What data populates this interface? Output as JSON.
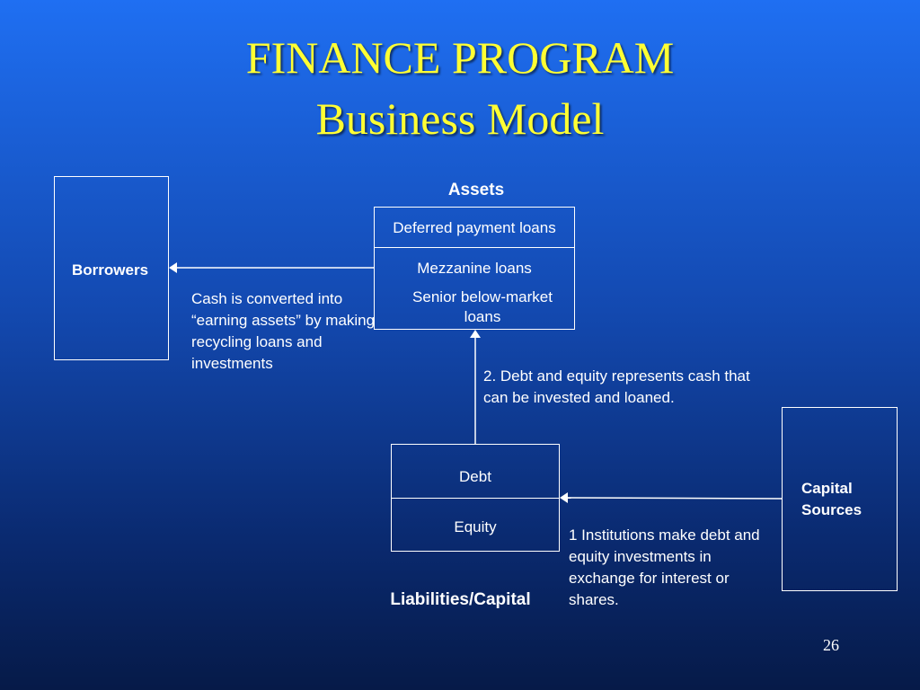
{
  "title": {
    "line1": "FINANCE PROGRAM",
    "line2": "Business Model"
  },
  "borrowers": {
    "label": "Borrowers"
  },
  "assets": {
    "heading": "Assets",
    "items": [
      "Deferred payment loans",
      "Mezzanine loans",
      "Senior below-market loans"
    ]
  },
  "conversion_note": "Cash is converted into “earning assets” by making recycling loans and investments",
  "step2_note": "2. Debt and equity represents cash that can be invested and loaned.",
  "liabilities": {
    "items": [
      "Debt",
      "Equity"
    ],
    "heading": "Liabilities/Capital"
  },
  "capital_sources": {
    "label": "Capital Sources"
  },
  "step1_note": "1 Institutions make debt and equity investments in exchange for interest or shares.",
  "page_number": "26",
  "colors": {
    "title": "#ffff33",
    "background_top": "#1f6ff2",
    "background_bottom": "#061a48",
    "lines": "#ffffff"
  }
}
